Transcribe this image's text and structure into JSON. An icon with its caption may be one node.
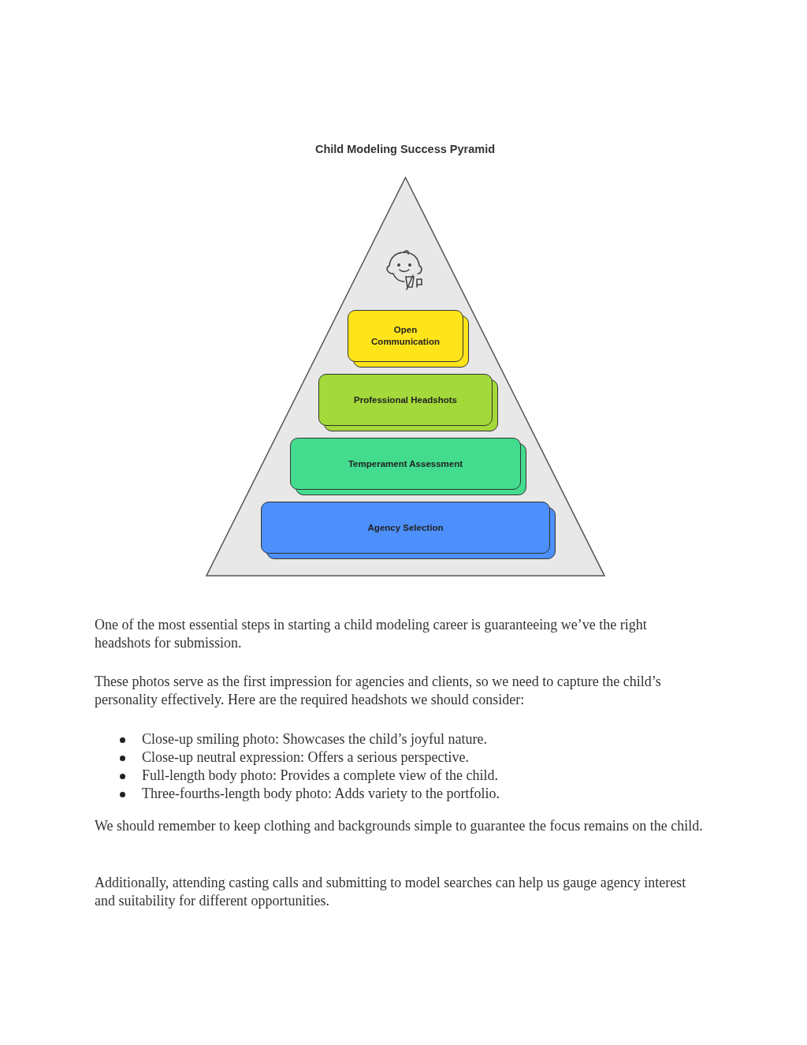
{
  "diagram": {
    "title": "Child Modeling Success Pyramid",
    "nodes": [
      {
        "text": [],
        "shape": "triangle"
      },
      {
        "text": [
          "Open Communication"
        ],
        "in": 0
      },
      {
        "text": [
          "Professional Headshots"
        ],
        "in": 0
      },
      {
        "text": [
          "Temperament Assessment"
        ],
        "in": 0
      },
      {
        "text": [
          "Agency Selection"
        ],
        "in": 0
      }
    ],
    "edges": [],
    "labels": [
      "One of the most essential steps in starting a child modeling career is guaranteeing we’ve the right headshots for submission.",
      "These photos serve as the first impression for agencies and clients, so we need to capture the child’s personality effectively. Here are the required headshots we should consider:",
      "Close-up smiling photo: Showcases the child’s joyful nature.",
      "Close-up neutral expression: Offers a serious perspective.",
      "Full-length body photo: Provides a complete view of the child.",
      "Three-fourths-length body photo: Adds variety to the portfolio.",
      "We should remember to keep clothing and backgrounds simple to guarantee the focus remains on the child.",
      "Additionally, attending casting calls and submitting to model searches can help us gauge agency interest and suitability for different opportunities."
    ]
  }
}
